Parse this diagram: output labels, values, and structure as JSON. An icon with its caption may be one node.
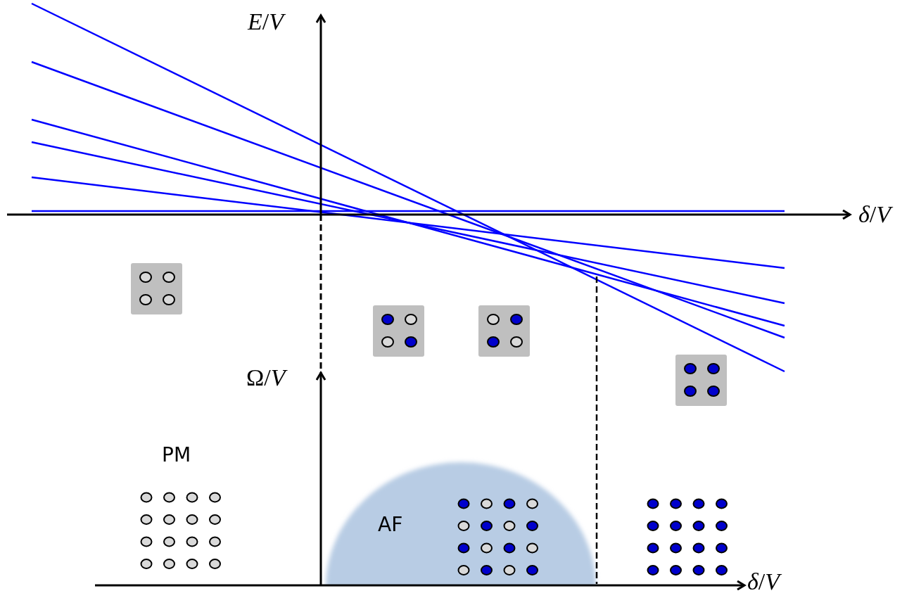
{
  "diagram": {
    "labels": [
      "*E*/*V*",
      "*δ*/*V*",
      "Ω/*V*",
      "PM",
      "AF",
      "*δ*/*V*"
    ]
  }
}
